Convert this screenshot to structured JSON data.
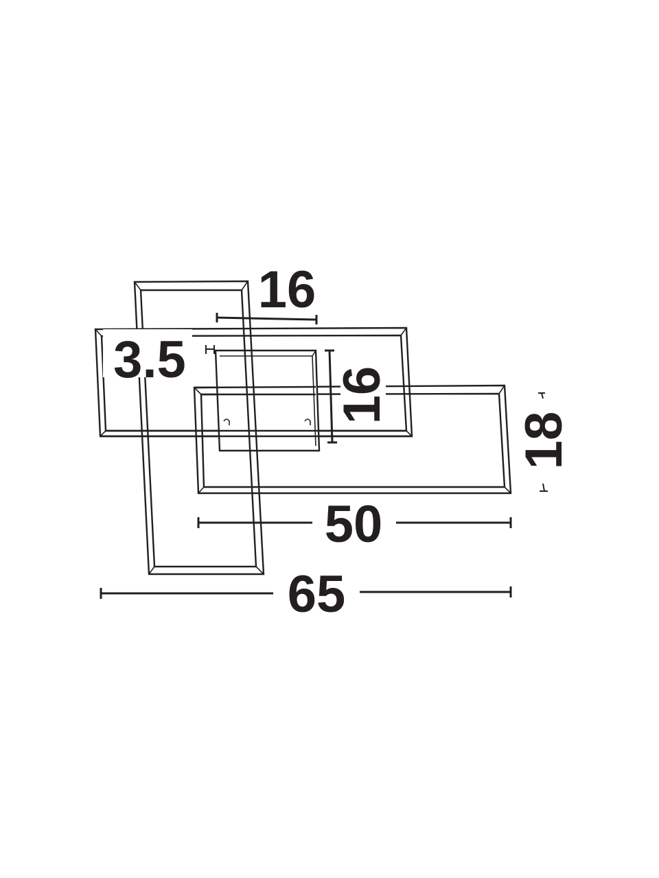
{
  "dimensions": {
    "overall_width": "65",
    "frame_width": "50",
    "frame_height": "18",
    "base_width": "16",
    "base_height": "16",
    "depth": "3.5"
  },
  "colors": {
    "line": "#231f20",
    "background": "#ffffff"
  }
}
